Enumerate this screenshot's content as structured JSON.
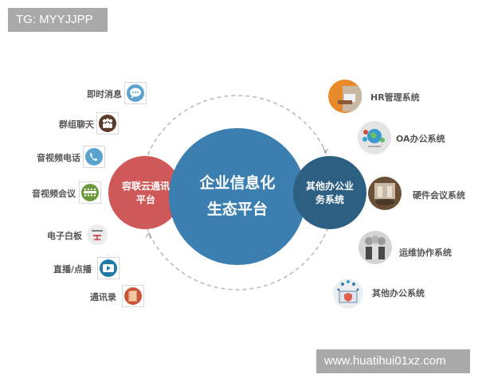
{
  "watermarks": {
    "top": "TG: MYYJJPP",
    "bottom": "www.huatihui01xz.com"
  },
  "diagram": {
    "center": {
      "line1": "企业信息化",
      "line2": "生态平台",
      "color": "#3a7fb0"
    },
    "left_hub": {
      "line1": "容联云通讯",
      "line2": "平台",
      "color": "#cf5858"
    },
    "right_hub": {
      "line1": "其他办公业",
      "line2": "务系统",
      "color": "#2c5f82"
    },
    "ring_color": "#b5b5b5",
    "left_items": [
      {
        "label": "即时消息",
        "icon": "chat-bubble-icon",
        "color": "#5aa3d0"
      },
      {
        "label": "群组聊天",
        "icon": "group-people-icon",
        "color": "#5a3a28"
      },
      {
        "label": "音视频电话",
        "icon": "phone-icon",
        "color": "#5aa3d0"
      },
      {
        "label": "音视频会议",
        "icon": "conference-table-icon",
        "color": "#6a9a3a"
      },
      {
        "label": "电子白板",
        "icon": "whiteboard-icon",
        "color": "#c94040"
      },
      {
        "label": "直播/点播",
        "icon": "play-video-icon",
        "color": "#1f7aa8"
      },
      {
        "label": "通讯录",
        "icon": "address-book-icon",
        "color": "#c9553a"
      }
    ],
    "right_items": [
      {
        "label": "HR管理系统",
        "icon": "hr-photo-icon",
        "color": "#e88a2a"
      },
      {
        "label": "OA办公系统",
        "icon": "oa-globe-icon",
        "color": "#3a9ad0"
      },
      {
        "label": "硬件会议系统",
        "icon": "meeting-room-icon",
        "color": "#8a6a4a"
      },
      {
        "label": "运维协作系统",
        "icon": "team-silhouette-icon",
        "color": "#8a8a8a"
      },
      {
        "label": "其他办公系统",
        "icon": "laptop-network-icon",
        "color": "#e06050"
      }
    ]
  }
}
